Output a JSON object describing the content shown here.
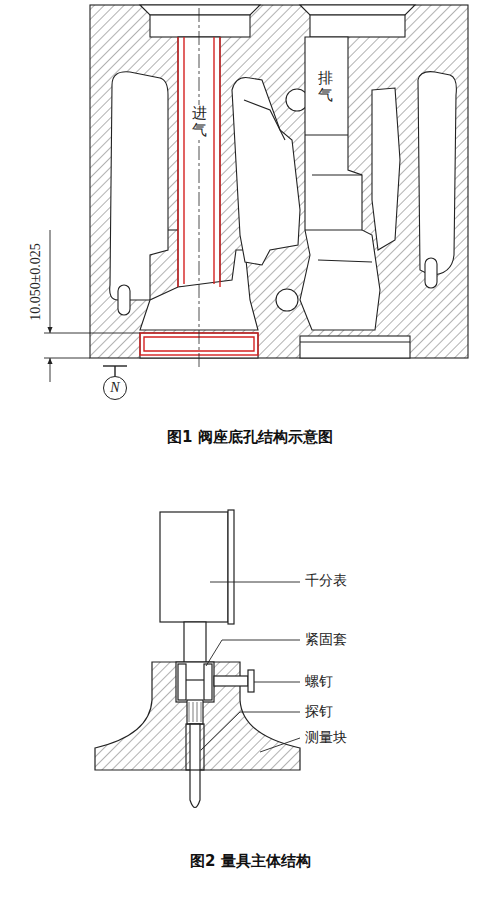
{
  "diagram": {
    "nodes": [
      {
        "text": [
          "N"
        ]
      }
    ],
    "labels": [
      "进气",
      "排气",
      "10.050±0.025",
      "图1 阀座底孔结构示意图",
      "千分表",
      "紧固套",
      "螺钉",
      "探钉",
      "测量块",
      "图2 量具主体结构"
    ]
  }
}
